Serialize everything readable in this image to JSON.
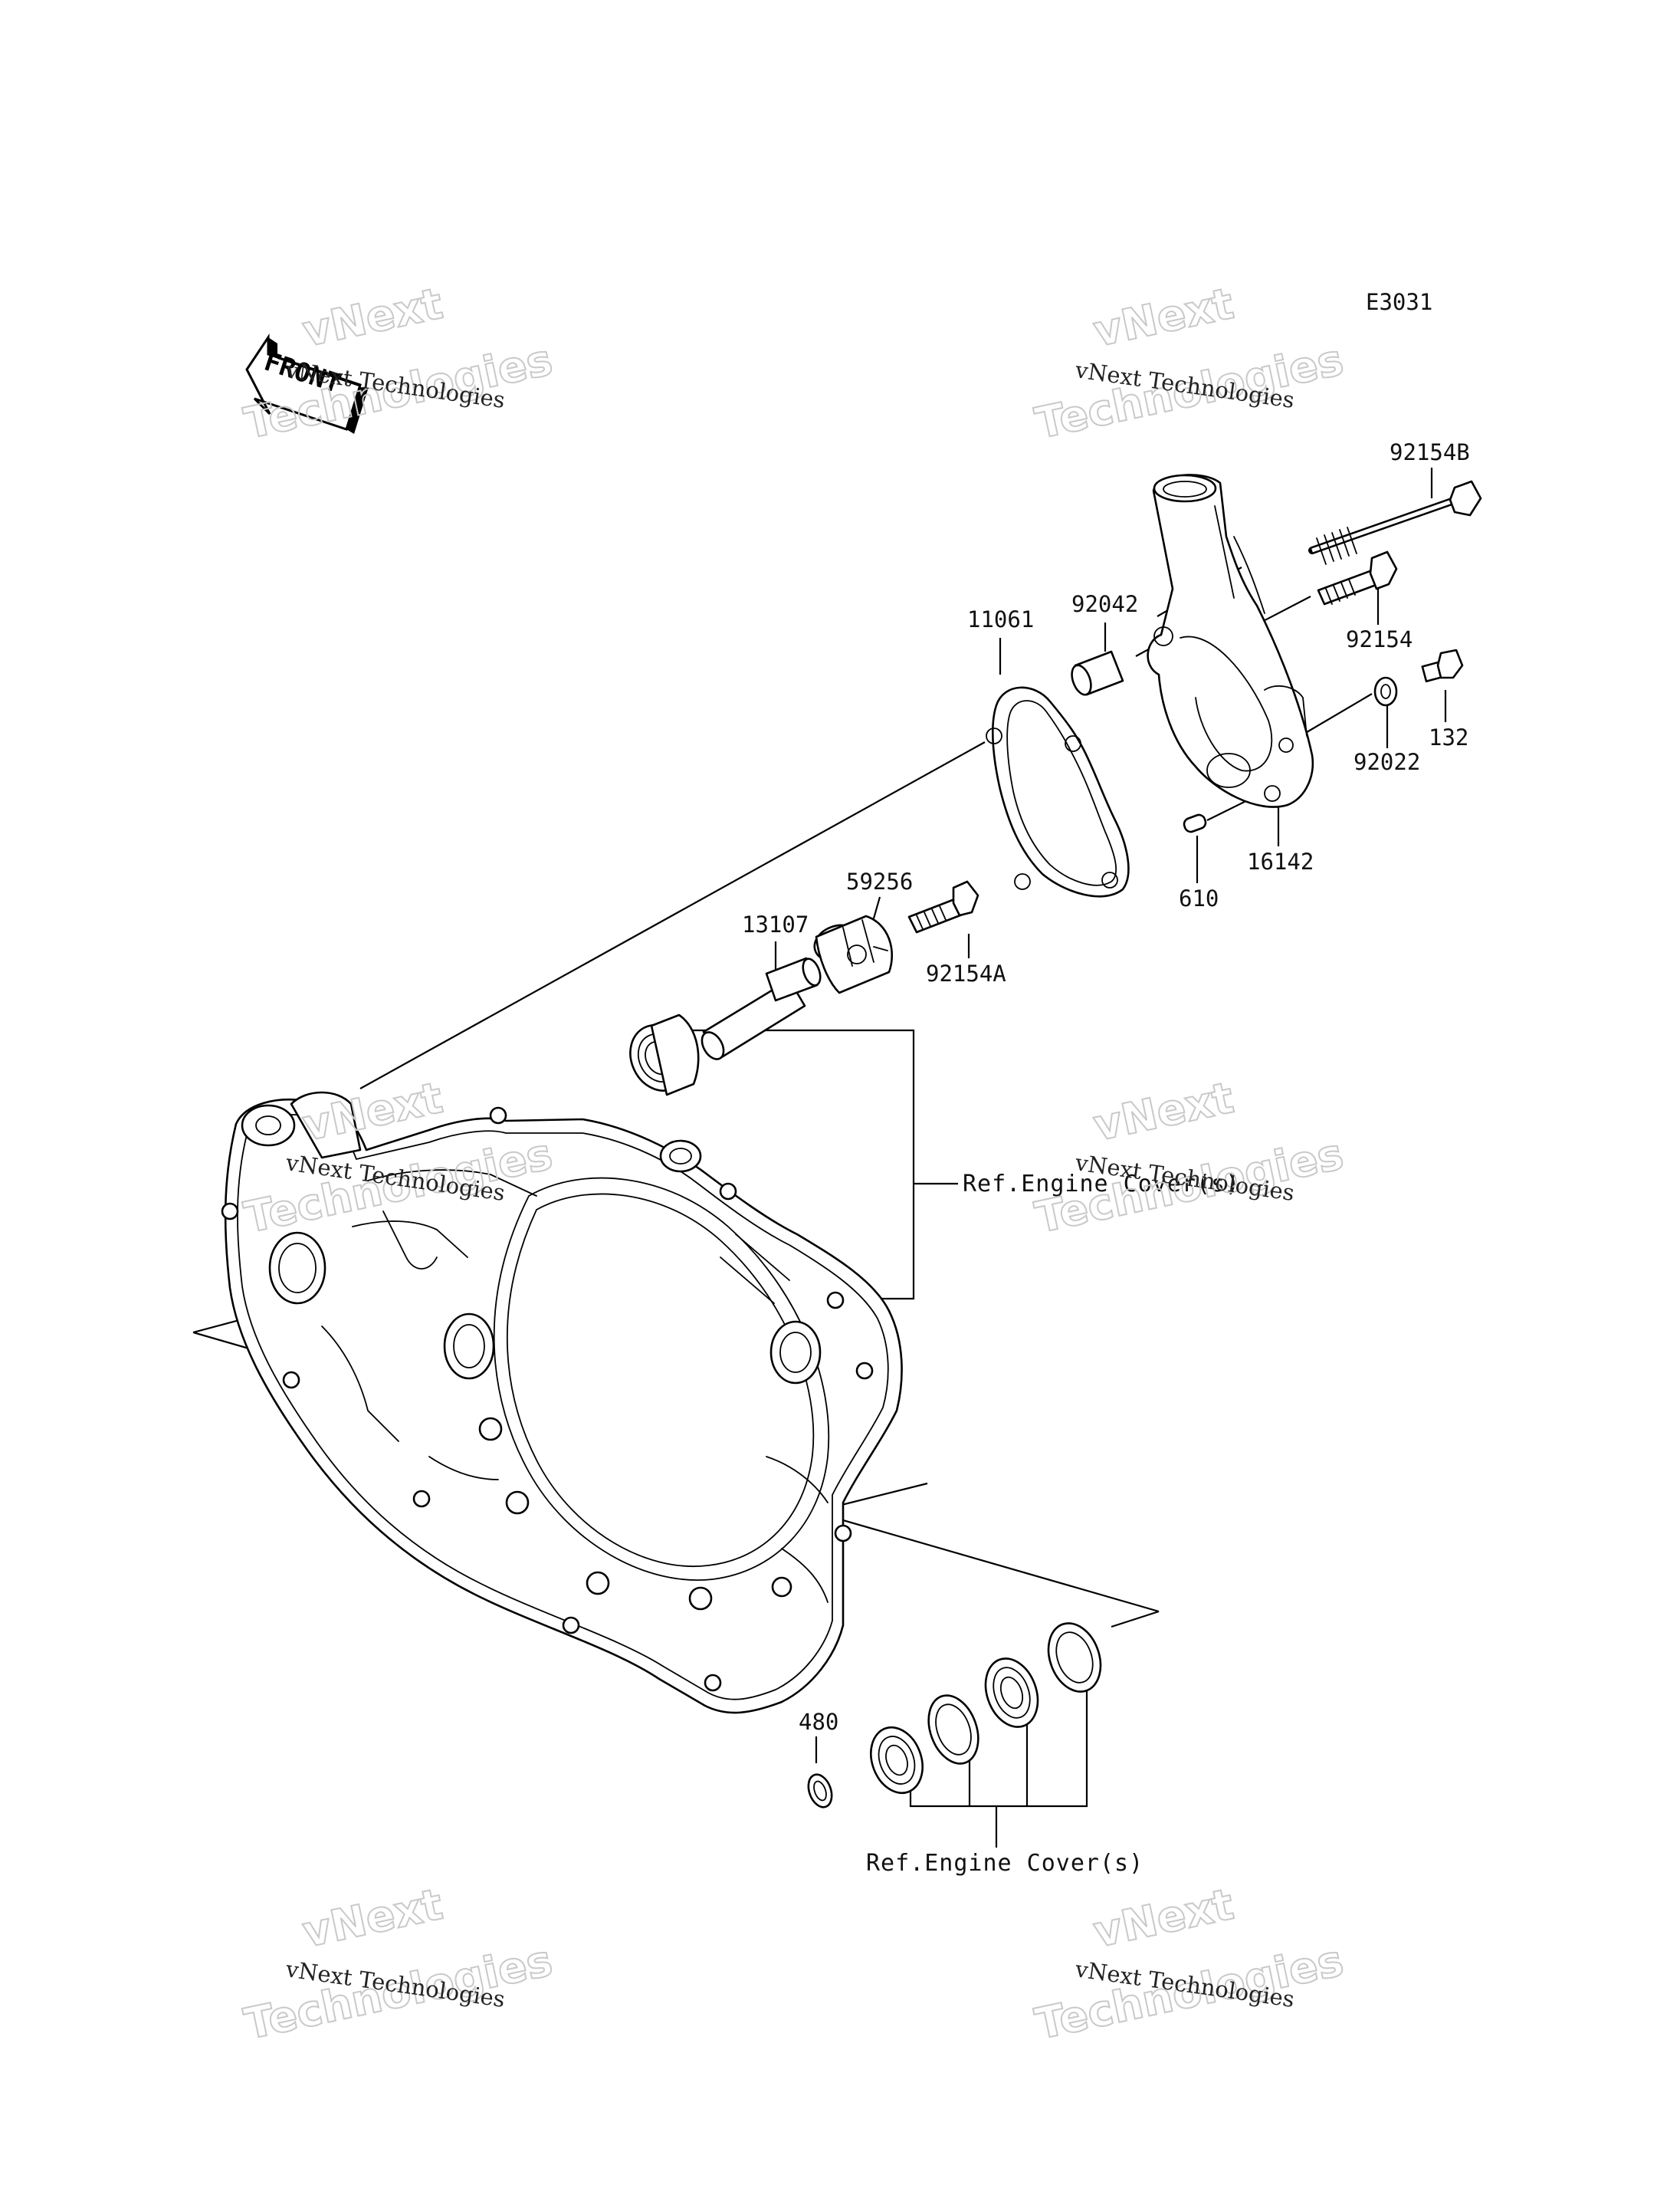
{
  "diagram_code": "E3031",
  "front_arrow_text": "FRONT",
  "part_labels": {
    "p92154B": "92154B",
    "p92154": "92154",
    "p132": "132",
    "p92022": "92022",
    "p16142": "16142",
    "p610": "610",
    "p92042": "92042",
    "p11061": "11061",
    "p59256": "59256",
    "p13107": "13107",
    "p92154A": "92154A",
    "p480": "480"
  },
  "refs": {
    "ref_upper": "Ref.Engine Cover(s)",
    "ref_lower": "Ref.Engine Cover(s)"
  },
  "watermark": {
    "line_small": "vNext Technologies",
    "line_big_1": "vNext",
    "line_big_2": "Technologies"
  }
}
